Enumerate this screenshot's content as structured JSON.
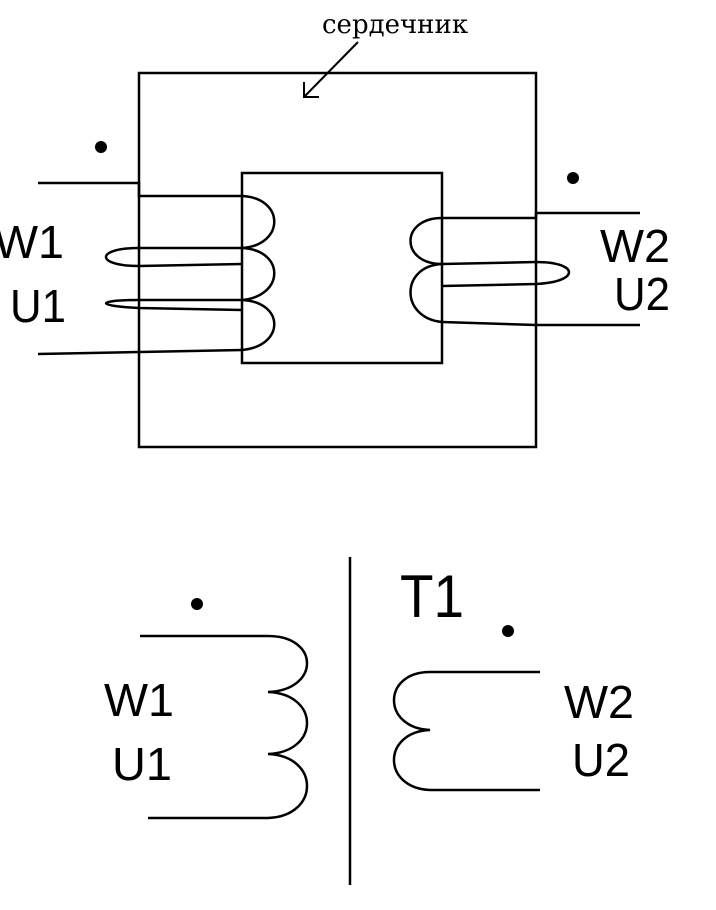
{
  "top_diagram": {
    "core_label": "сердечник",
    "primary": {
      "turns": "W1",
      "voltage": "U1"
    },
    "secondary": {
      "turns": "W2",
      "voltage": "U2"
    }
  },
  "bottom_diagram": {
    "designator": "T1",
    "primary": {
      "turns": "W1",
      "voltage": "U1"
    },
    "secondary": {
      "turns": "W2",
      "voltage": "U2"
    }
  },
  "colors": {
    "ink": "#000000",
    "background": "#ffffff"
  }
}
